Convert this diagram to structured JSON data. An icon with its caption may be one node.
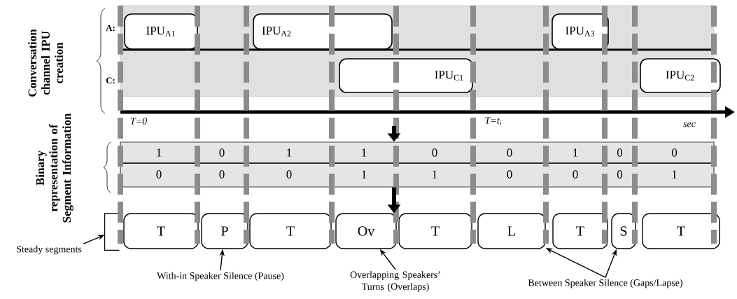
{
  "diagram": {
    "nodes": [
      {
        "text": [
          "IPU$_{A1}$"
        ]
      },
      {
        "text": [
          "IPU$_{A2}$"
        ]
      },
      {
        "text": [
          "IPU$_{A3}$"
        ]
      },
      {
        "text": [
          "IPU$_{C1}$"
        ]
      },
      {
        "text": [
          "IPU$_{C2}$"
        ]
      },
      {
        "text": [],
        "shape": "bar"
      },
      {
        "text": [
          "T"
        ]
      },
      {
        "text": [
          "P"
        ]
      },
      {
        "text": [
          "T"
        ]
      },
      {
        "text": [
          "Ov"
        ]
      },
      {
        "text": [
          "T"
        ]
      },
      {
        "text": [
          "L"
        ]
      },
      {
        "text": [
          "T"
        ]
      },
      {
        "text": [
          "S"
        ]
      },
      {
        "text": [
          "T"
        ]
      },
      {
        "text": [
          "Steady segments"
        ]
      },
      {
        "text": [
          "With-in Speaker Silence (Pause)"
        ]
      },
      {
        "text": [
          "Overlapping Speakers’ Turns (Overlaps)"
        ]
      },
      {
        "text": [
          "Between Speaker Silence (Gaps/Lapse)"
        ]
      },
      {
        "text": [],
        "shape": "bracket"
      }
    ],
    "edges": [
      {
        "from": null,
        "to": 5,
        "arrow": "to",
        "style": "thick"
      },
      {
        "from": 5,
        "to": 9,
        "arrow": "to",
        "style": "thick"
      },
      {
        "from": 15,
        "to": 19,
        "arrow": "to"
      },
      {
        "from": 16,
        "to": 7,
        "arrow": "to"
      },
      {
        "from": 17,
        "to": 9,
        "arrow": "to"
      },
      {
        "from": 18,
        "to": 11,
        "arrow": "to"
      },
      {
        "from": 18,
        "to": 13,
        "arrow": "to"
      }
    ],
    "labels": [
      "Conversation channel IPU creation",
      "A:",
      "C:",
      "T=0",
      "T=t$_{i}$",
      "sec",
      "Binary representation of Segment Information",
      "1",
      "0",
      "1",
      "1",
      "0",
      "0",
      "1",
      "0",
      "0",
      "0",
      "0",
      "0",
      "1",
      "1",
      "0",
      "0",
      "0",
      "1"
    ]
  }
}
